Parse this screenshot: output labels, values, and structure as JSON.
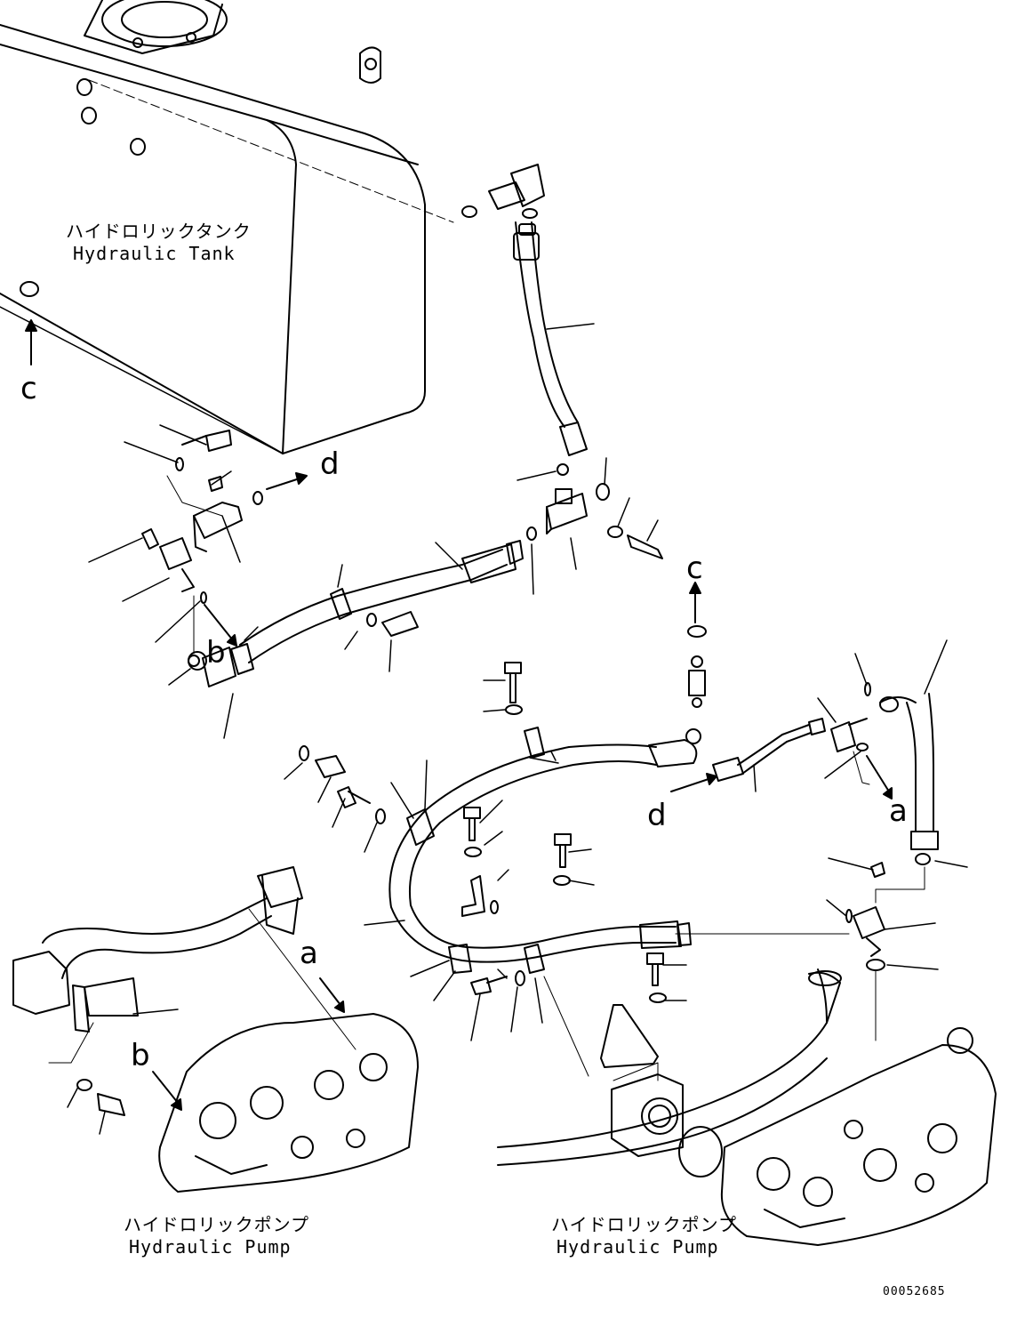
{
  "labels": {
    "tank_jp": "ハイドロリックタンク",
    "tank_en": "Hydraulic Tank",
    "pump_left_jp": "ハイドロリックポンプ",
    "pump_left_en": "Hydraulic Pump",
    "pump_right_jp": "ハイドロリックポンプ",
    "pump_right_en": "Hydraulic Pump"
  },
  "callouts": {
    "c_top_left": "c",
    "c_right": "c",
    "d_top": "d",
    "d_mid": "d",
    "a_mid": "a",
    "a_right": "a",
    "b_mid": "b",
    "b_left": "b"
  },
  "document_number": "00052685",
  "colors": {
    "line": "#000000",
    "background": "#ffffff"
  }
}
